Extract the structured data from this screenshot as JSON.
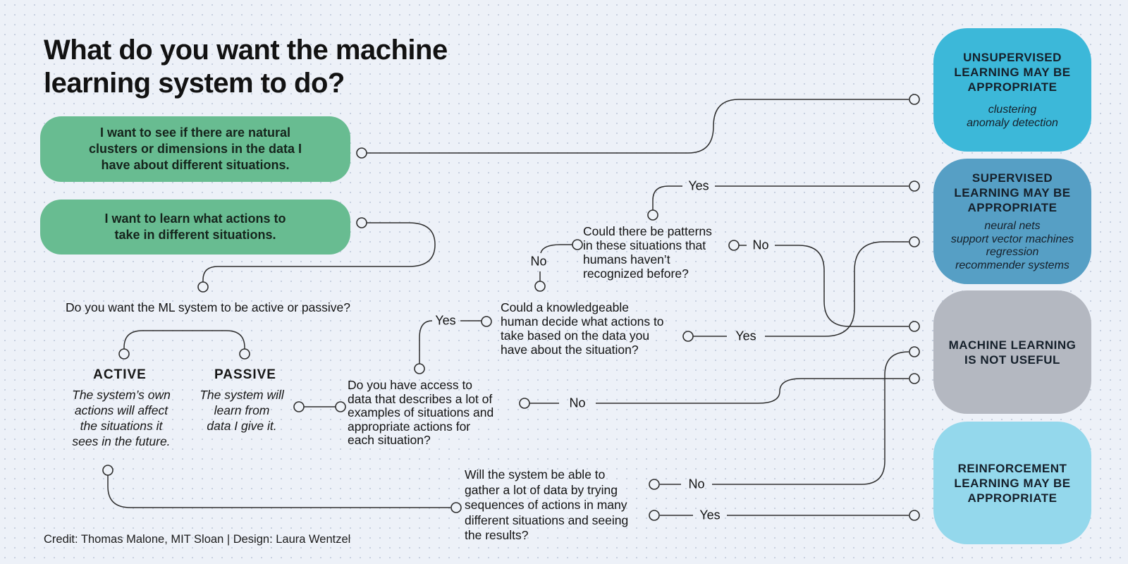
{
  "title": "What do you want the machine\nlearning system to do?",
  "credit": "Credit: Thomas Malone, MIT Sloan | Design: Laura Wentzel",
  "start_boxes": [
    {
      "id": "clusters",
      "text": "I want to see if there are natural\nclusters or dimensions in the data I\nhave about different situations."
    },
    {
      "id": "actions",
      "text": "I want to learn what actions to\ntake in different situations."
    }
  ],
  "questions": [
    {
      "id": "active-passive",
      "text": "Do you want the ML system to be active or passive?"
    },
    {
      "id": "access",
      "text": "Do you have access to\ndata that describes a lot of\nexamples of situations and\nappropriate actions for\neach situation?"
    },
    {
      "id": "knowledgeable",
      "text": "Could a knowledgeable\nhuman decide what actions to\ntake based on the data you\nhave about the situation?"
    },
    {
      "id": "patterns",
      "text": "Could there be patterns\nin these situations that\nhumans haven’t\nrecognized before?"
    },
    {
      "id": "gather",
      "text": "Will the system be able to\ngather a lot of data by trying\nsequences of actions in many\ndifferent situations and seeing\nthe results?"
    }
  ],
  "branches": {
    "active": {
      "label": "ACTIVE",
      "desc": "The system’s own\nactions will affect\nthe situations it\nsees in the future."
    },
    "passive": {
      "label": "PASSIVE",
      "desc": "The system will\nlearn from\ndata I give it."
    }
  },
  "edge_labels": {
    "access_yes": "Yes",
    "access_no": "No",
    "knowledgeable_yes": "Yes",
    "knowledgeable_no": "No",
    "patterns_yes": "Yes",
    "patterns_no": "No",
    "gather_no": "No",
    "gather_yes": "Yes"
  },
  "outcomes": [
    {
      "id": "unsupervised",
      "heading": "UNSUPERVISED\nLEARNING MAY BE\nAPPROPRIATE",
      "methods": [
        "clustering",
        "anomaly detection"
      ],
      "color": "#3cb8d9"
    },
    {
      "id": "supervised",
      "heading": "SUPERVISED\nLEARNING MAY BE\nAPPROPRIATE",
      "methods": [
        "neural nets",
        "support vector machines",
        "regression",
        "recommender systems"
      ],
      "color": "#569fc5"
    },
    {
      "id": "not-useful",
      "heading": "MACHINE LEARNING\nIS NOT USEFUL",
      "methods": [],
      "color": "#b4b8c1"
    },
    {
      "id": "reinforcement",
      "heading": "REINFORCEMENT\nLEARNING MAY BE\nAPPROPRIATE",
      "methods": [],
      "color": "#94d8ec"
    }
  ],
  "colors": {
    "background": "#edf1f8",
    "line": "#2e2e2e",
    "start_box": "#68bc91",
    "text": "#161616"
  }
}
